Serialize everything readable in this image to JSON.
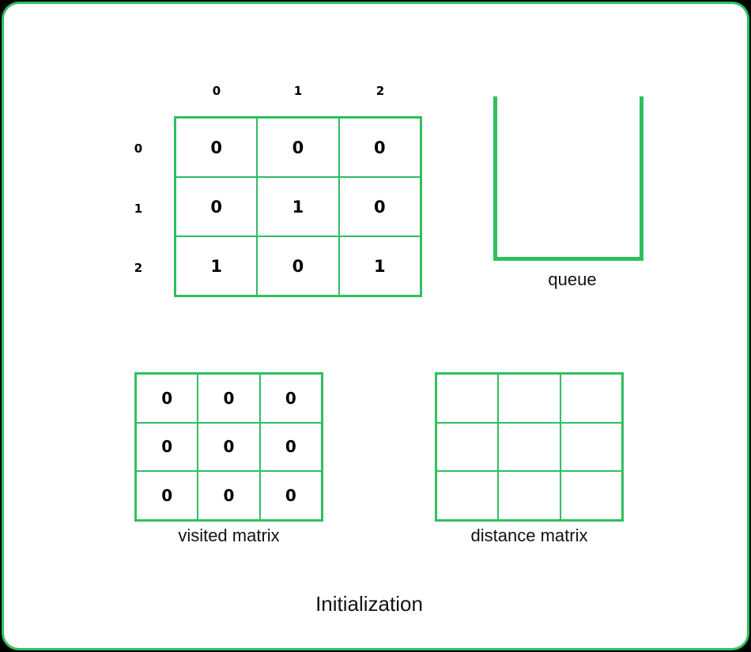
{
  "main_grid": {
    "col_indices": [
      "0",
      "1",
      "2"
    ],
    "row_indices": [
      "0",
      "1",
      "2"
    ],
    "cells": [
      [
        "0",
        "0",
        "0"
      ],
      [
        "0",
        "1",
        "0"
      ],
      [
        "1",
        "0",
        "1"
      ]
    ]
  },
  "queue": {
    "label": "queue"
  },
  "visited": {
    "label": "visited matrix",
    "cells": [
      [
        "0",
        "0",
        "0"
      ],
      [
        "0",
        "0",
        "0"
      ],
      [
        "0",
        "0",
        "0"
      ]
    ]
  },
  "distance": {
    "label": "distance matrix",
    "cells": [
      [
        "",
        "",
        ""
      ],
      [
        "",
        "",
        ""
      ],
      [
        "",
        "",
        ""
      ]
    ]
  },
  "title": "Initialization",
  "colors": {
    "accent": "#2fbf5f",
    "background": "#ffffff",
    "text": "#000000"
  }
}
